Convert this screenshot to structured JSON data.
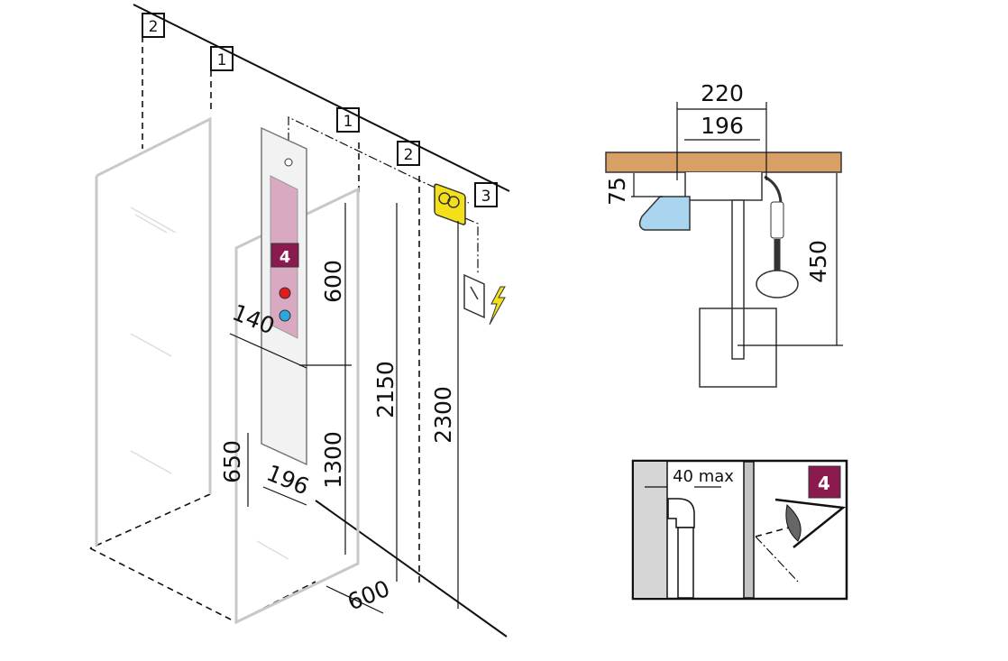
{
  "zone_tags": {
    "z2a": "2",
    "z1a": "1",
    "z1b": "1",
    "z2b": "2",
    "z3": "3"
  },
  "dimensions_main": {
    "panel_zone_height": "600",
    "outlet_height": "2150",
    "ceiling_height": "2300",
    "lower_height": "1300",
    "side_height": "650",
    "panel_width": "196",
    "offset": "140",
    "depth": "600"
  },
  "panel_badge": "4",
  "dimensions_top_view": {
    "outer": "220",
    "inner": "196",
    "depth": "75",
    "reach": "450"
  },
  "detail": {
    "pipe_gap": "40 max",
    "badge": "4"
  },
  "colors": {
    "panel_pink": "#d9a9c2",
    "badge": "#8b1a4f",
    "wood": "#d9a066",
    "basin": "#a9d6ee",
    "transformer": "#f3e01a",
    "hot": "#e01b1b",
    "cold": "#2aa9e0"
  }
}
